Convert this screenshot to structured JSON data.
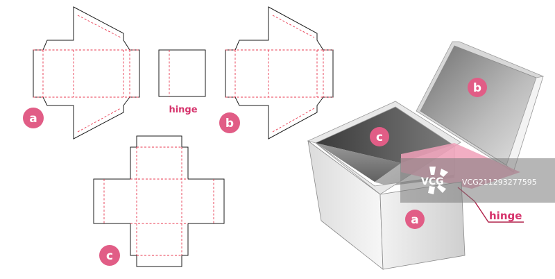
{
  "colors": {
    "badge": "#e15d86",
    "fold_line": "#e8384f",
    "cut_line": "#1a1a1a",
    "hinge_highlight": "#f0a0b8",
    "label_text": "#d6336c"
  },
  "labels": {
    "part_a": "a",
    "part_b": "b",
    "part_c": "c",
    "hinge_template": "hinge",
    "box_a": "a",
    "box_b": "b",
    "box_c": "c",
    "box_hinge": "hinge"
  },
  "watermark": {
    "logo": "VCG",
    "id": "VCG211293277595"
  }
}
